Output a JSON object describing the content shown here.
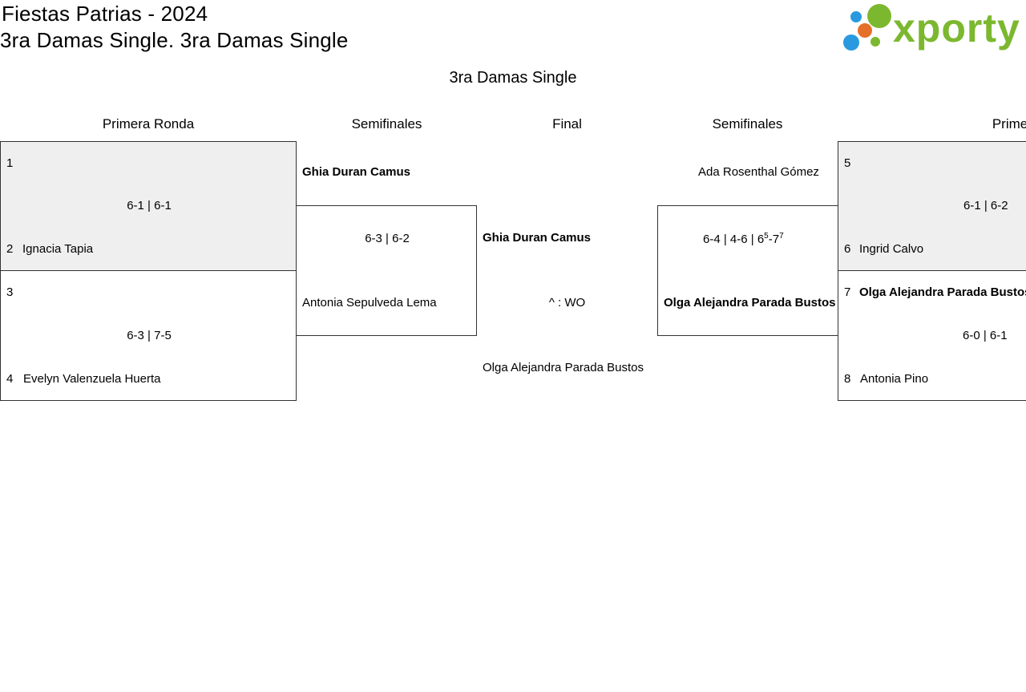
{
  "header": {
    "title_line1": "Fiestas Patrias - 2024",
    "title_line2": "3ra Damas Single. 3ra Damas Single",
    "logo_text": "xporty",
    "logo_colors": [
      "#2a9ae0",
      "#e5702a",
      "#7cb82f"
    ]
  },
  "bracket_title": "3ra Damas Single",
  "rounds": {
    "left_first": "Primera Ronda",
    "left_semi": "Semifinales",
    "final": "Final",
    "right_semi": "Semifinales",
    "right_first": "Primera Ronda"
  },
  "left_first": {
    "m1": {
      "seed_a": "1",
      "player_a": "",
      "score": "6-1 | 6-1",
      "seed_b": "2",
      "player_b": "Ignacia Tapia"
    },
    "m2": {
      "seed_a": "3",
      "player_a": "",
      "score": "6-3 | 7-5",
      "seed_b": "4",
      "player_b": "Evelyn Valenzuela Huerta"
    }
  },
  "left_semi": {
    "player_a": "Ghia Duran Camus",
    "score": "6-3 | 6-2",
    "player_b": "Antonia Sepulveda Lema"
  },
  "final": {
    "player_a": "Ghia Duran Camus",
    "score": "^ : WO",
    "player_b": "Olga Alejandra Parada Bustos"
  },
  "right_semi": {
    "player_a": "Ada Rosenthal Gómez",
    "score_prefix": "6-4 | 4-6 | 6",
    "score_sup1": "5",
    "score_mid": "-7",
    "score_sup2": "7",
    "player_b": "Olga Alejandra Parada Bustos"
  },
  "right_first": {
    "m1": {
      "seed_a": "5",
      "player_a": "",
      "score": "6-1 | 6-2",
      "seed_b": "6",
      "player_b": "Ingrid Calvo"
    },
    "m2": {
      "seed_a": "7",
      "player_a": "Olga Alejandra Parada Bustos",
      "score": "6-0 | 6-1",
      "seed_b": "8",
      "player_b": "Antonia Pino"
    }
  }
}
